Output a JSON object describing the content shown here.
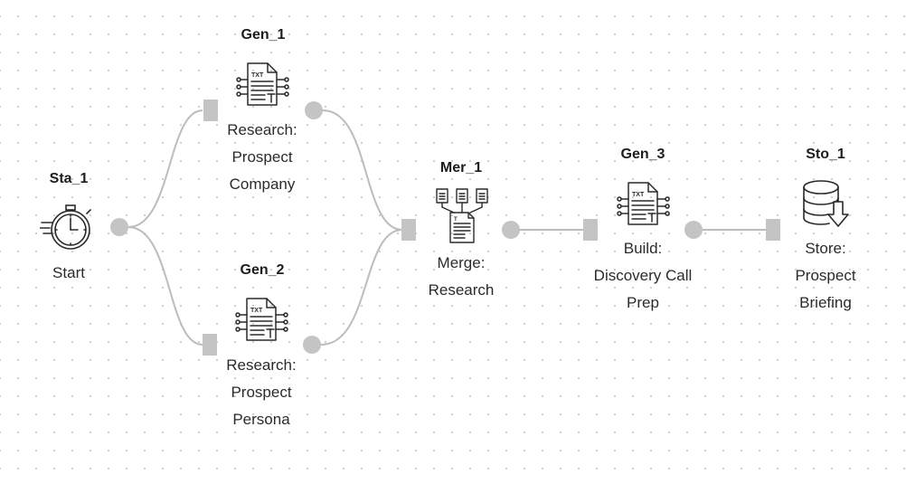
{
  "nodes": {
    "sta_1": {
      "id": "Sta_1",
      "label": "Start",
      "icon": "stopwatch-icon"
    },
    "gen_1": {
      "id": "Gen_1",
      "label": "Research:\nProspect\nCompany",
      "icon": "text-document-icon"
    },
    "gen_2": {
      "id": "Gen_2",
      "label": "Research:\nProspect\nPersona",
      "icon": "text-document-icon"
    },
    "mer_1": {
      "id": "Mer_1",
      "label": "Merge:\nResearch",
      "icon": "merge-documents-icon"
    },
    "gen_3": {
      "id": "Gen_3",
      "label": "Build:\nDiscovery Call\nPrep",
      "icon": "text-document-icon"
    },
    "sto_1": {
      "id": "Sto_1",
      "label": "Store:\nProspect\nBriefing",
      "icon": "database-store-icon"
    }
  },
  "edges": [
    {
      "from": "Sta_1",
      "to": "Gen_1"
    },
    {
      "from": "Sta_1",
      "to": "Gen_2"
    },
    {
      "from": "Gen_1",
      "to": "Mer_1"
    },
    {
      "from": "Gen_2",
      "to": "Mer_1"
    },
    {
      "from": "Mer_1",
      "to": "Gen_3"
    },
    {
      "from": "Gen_3",
      "to": "Sto_1"
    }
  ],
  "colors": {
    "edge": "#b8b8b8",
    "port": "#c4c4c4",
    "icon": "#2a2a2a"
  }
}
